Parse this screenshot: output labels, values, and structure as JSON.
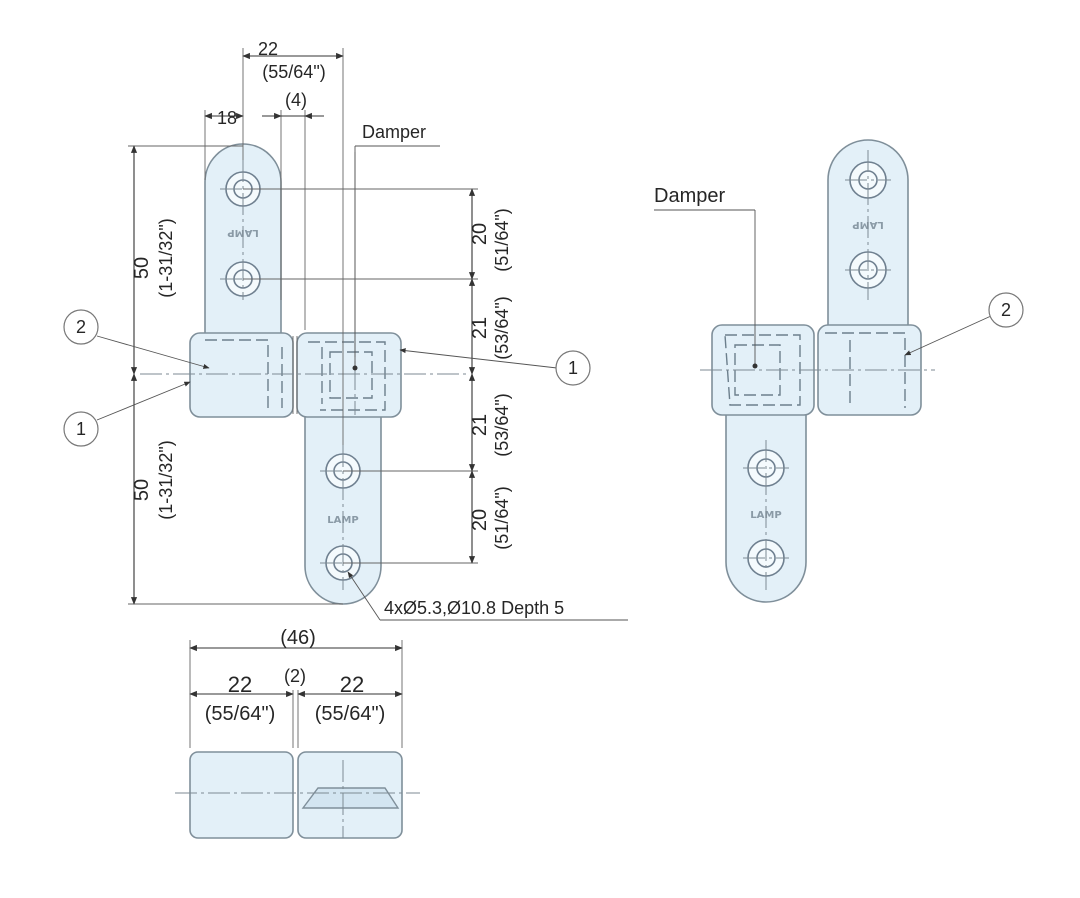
{
  "diagram": {
    "labels": {
      "damper": "Damper",
      "hole_spec": "4xØ5.3,Ø10.8 Depth 5"
    },
    "dimensions": {
      "top_22": "22",
      "top_55_64": "(55/64\")",
      "top_4": "(4)",
      "top_18": "18",
      "left_50_top": "50",
      "left_1_31_32_top": "(1-31/32\")",
      "left_50_bottom": "50",
      "left_1_31_32_bottom": "(1-31/32\")",
      "right_20_top": "20",
      "right_51_64_top": "(51/64\")",
      "right_21_top": "21",
      "right_53_64_top": "(53/64\")",
      "right_21_bottom": "21",
      "right_53_64_bottom": "(53/64\")",
      "right_20_bottom": "20",
      "right_51_64_bottom": "(51/64\")",
      "bottom_46": "(46)",
      "bottom_2": "(2)",
      "bottom_22_left": "22",
      "bottom_55_64_left": "(55/64\")",
      "bottom_22_right": "22",
      "bottom_55_64_right": "(55/64\")"
    },
    "callouts": {
      "c1_right": "1",
      "c2_left": "2",
      "c1_left": "1",
      "c2_right_view": "2"
    },
    "stamps": {
      "upper_leaf": "LAMP",
      "lower_leaf": "LAMP"
    }
  }
}
